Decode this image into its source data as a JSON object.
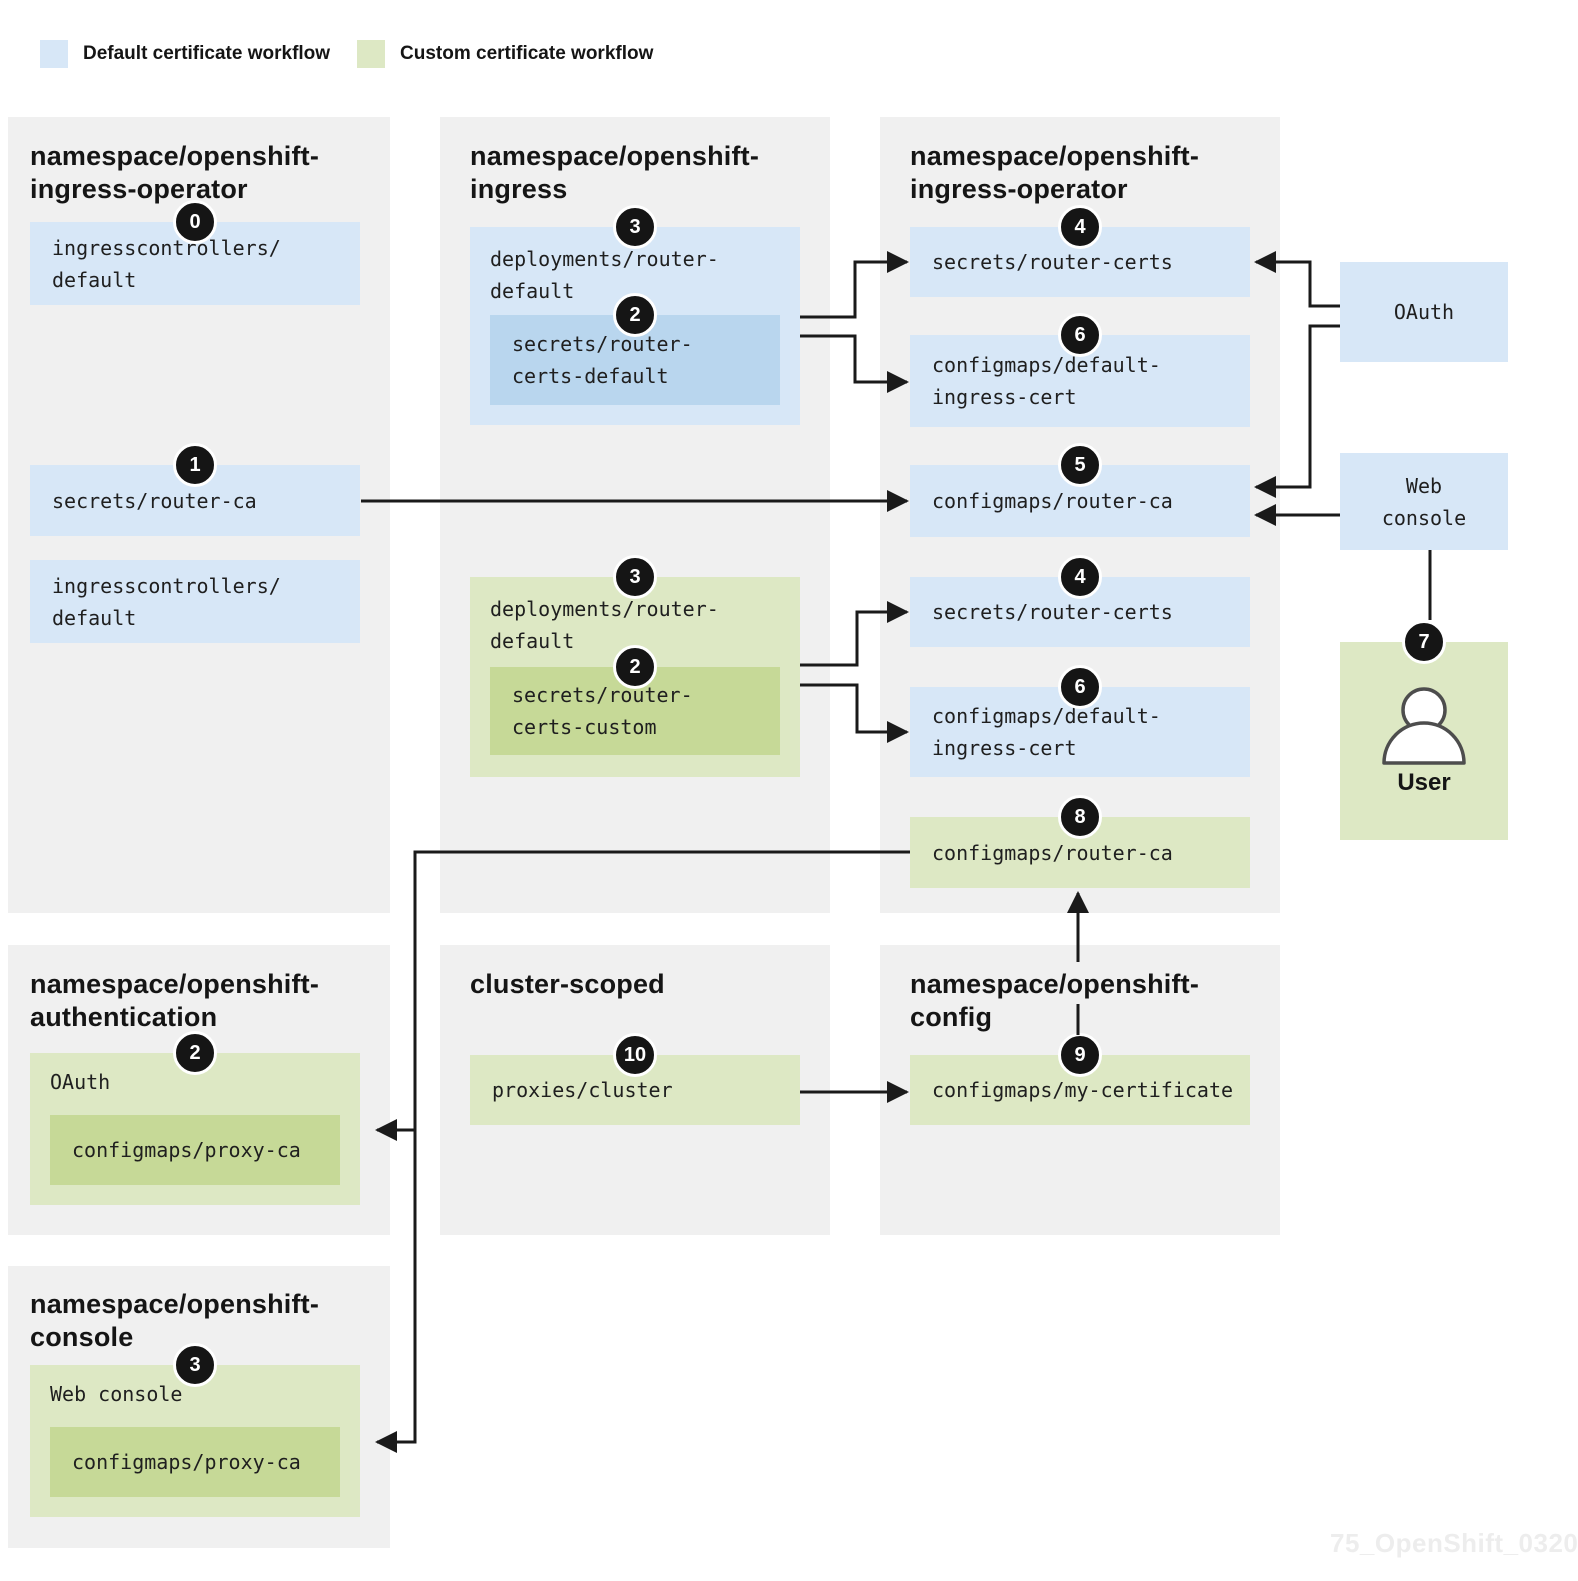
{
  "legend": {
    "items": [
      {
        "label": "Default certificate workflow",
        "color": "#d7e7f7"
      },
      {
        "label": "Custom certificate workflow",
        "color": "#dde8c4"
      }
    ]
  },
  "colors": {
    "panel": "#f0f0f0",
    "default_blue": "#d7e7f7",
    "default_blue_nested": "#b9d6ee",
    "custom_green": "#dde8c4",
    "custom_green_nested": "#c6d997",
    "badge": "#151515",
    "line": "#1a1a1a"
  },
  "panels": {
    "ingress_operator_left": {
      "title": "namespace/openshift-\ningress-operator"
    },
    "ingress": {
      "title": "namespace/openshift-\ningress"
    },
    "ingress_operator_right": {
      "title": "namespace/openshift-\ningress-operator"
    },
    "authentication": {
      "title": "namespace/openshift-\nauthentication"
    },
    "cluster_scoped": {
      "title": "cluster-scoped"
    },
    "openshift_config": {
      "title": "namespace/openshift-config"
    },
    "console": {
      "title": "namespace/openshift-\nconsole"
    }
  },
  "boxes": {
    "ingresscontrollers_default_top": {
      "badge": "0",
      "label": "ingresscontrollers/\ndefault"
    },
    "secrets_router_ca": {
      "badge": "1",
      "label": "secrets/router-ca"
    },
    "ingresscontrollers_default_bottom": {
      "label": "ingresscontrollers/\ndefault"
    },
    "deployments_router_default_blue": {
      "badge": "3",
      "label": "deployments/router-\ndefault"
    },
    "secrets_router_certs_default": {
      "badge": "2",
      "label": "secrets/router-\ncerts-default"
    },
    "deployments_router_default_green": {
      "badge": "3",
      "label": "deployments/router-\ndefault"
    },
    "secrets_router_certs_custom": {
      "badge": "2",
      "label": "secrets/router-\ncerts-custom"
    },
    "secrets_router_certs_blue": {
      "badge": "4",
      "label": "secrets/router-certs"
    },
    "configmaps_default_ingress_cert_blue": {
      "badge": "6",
      "label": "configmaps/default-\ningress-cert"
    },
    "configmaps_router_ca_blue": {
      "badge": "5",
      "label": "configmaps/router-ca"
    },
    "secrets_router_certs_custom_row": {
      "badge": "4",
      "label": "secrets/router-certs"
    },
    "configmaps_default_ingress_cert_custom_row": {
      "badge": "6",
      "label": "configmaps/default-\ningress-cert"
    },
    "configmaps_router_ca_green": {
      "badge": "8",
      "label": "configmaps/router-ca"
    },
    "oauth_floating": {
      "label": "OAuth"
    },
    "web_console_floating": {
      "label": "Web\nconsole"
    },
    "user": {
      "badge": "7",
      "label": "User"
    },
    "oauth_auth": {
      "badge": "2",
      "label": "OAuth"
    },
    "configmaps_proxy_ca_auth": {
      "label": "configmaps/proxy-ca"
    },
    "proxies_cluster": {
      "badge": "10",
      "label": "proxies/cluster"
    },
    "configmaps_my_certificate": {
      "badge": "9",
      "label": "configmaps/my-certificate"
    },
    "web_console_console": {
      "badge": "3",
      "label": "Web console"
    },
    "configmaps_proxy_ca_console": {
      "label": "configmaps/proxy-ca"
    }
  },
  "watermark": "75_OpenShift_0320"
}
